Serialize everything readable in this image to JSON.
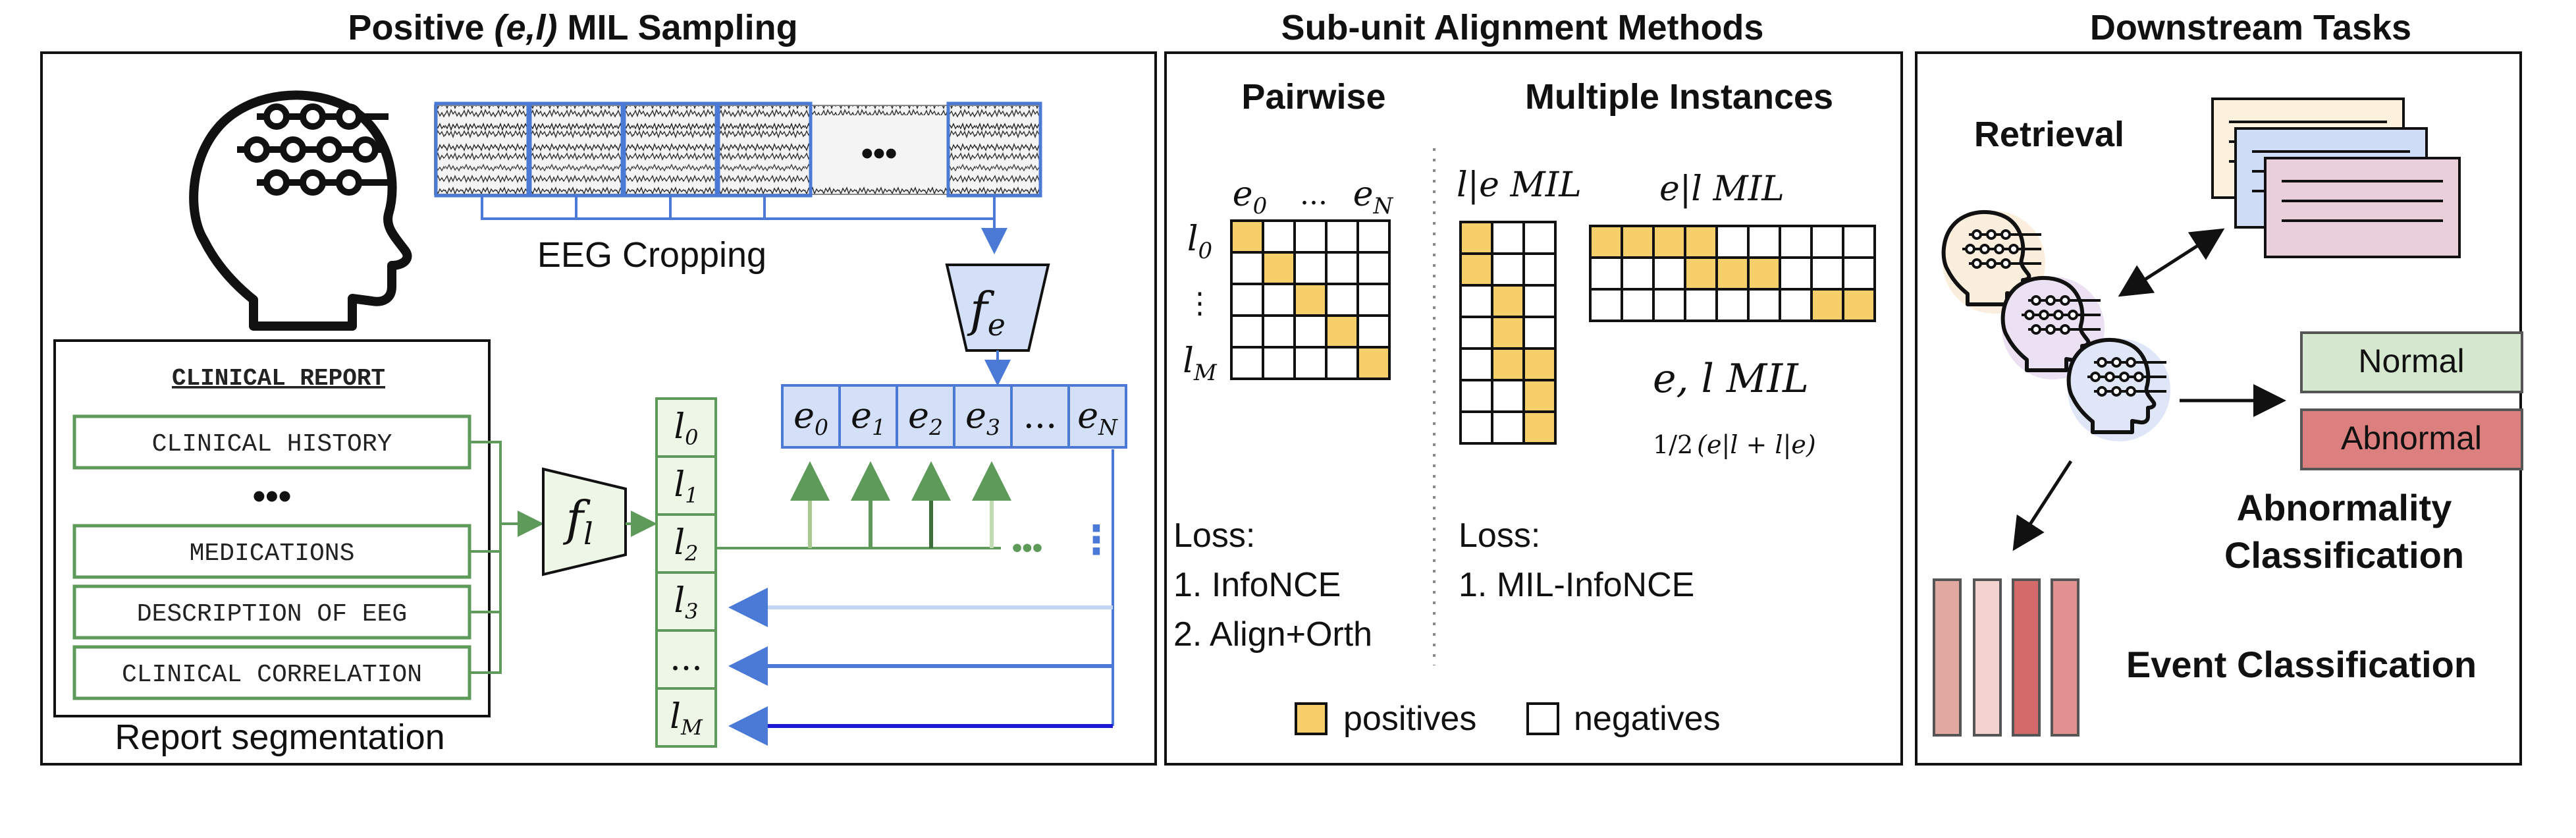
{
  "panels": {
    "sampling": {
      "title_parts": [
        "Positive ",
        "(e,l)",
        " MIL Sampling"
      ],
      "eeg_dots": "•••",
      "eeg_cropping": "EEG Cropping",
      "fe_main": "f",
      "fe_sub": "e",
      "fl_main": "f",
      "fl_sub": "l",
      "report_title": "CLINICAL REPORT",
      "report_sections": [
        "CLINICAL HISTORY",
        "MEDICATIONS",
        "DESCRIPTION OF EEG",
        "CLINICAL CORRELATION"
      ],
      "report_dots": "•••",
      "report_caption": "Report segmentation",
      "e_tokens": [
        {
          "m": "e",
          "s": "0"
        },
        {
          "m": "e",
          "s": "1"
        },
        {
          "m": "e",
          "s": "2"
        },
        {
          "m": "e",
          "s": "3"
        },
        {
          "m": "...",
          "s": ""
        },
        {
          "m": "e",
          "s": "N"
        }
      ],
      "l_tokens": [
        {
          "m": "l",
          "s": "0"
        },
        {
          "m": "l",
          "s": "1"
        },
        {
          "m": "l",
          "s": "2"
        },
        {
          "m": "l",
          "s": "3"
        },
        {
          "m": "...",
          "s": ""
        },
        {
          "m": "l",
          "s": "M"
        }
      ],
      "dots_h": "•••",
      "dots_v": "⋮"
    },
    "alignment": {
      "title": "Sub-unit Alignment Methods",
      "pairwise_label": "Pairwise",
      "multiple_label": "Multiple Instances",
      "pw_col_labels": [
        {
          "m": "e",
          "s": "0"
        },
        {
          "m": "...",
          "s": ""
        },
        {
          "m": "e",
          "s": "N"
        }
      ],
      "pw_row_labels": [
        {
          "m": "l",
          "s": "0"
        },
        {
          "m": "⋮",
          "s": ""
        },
        {
          "m": "l",
          "s": "M"
        }
      ],
      "le_mil_label": "l|e MIL",
      "el_mil_label": "e|l MIL",
      "elc_mil_label": "e, l MIL",
      "elc_formula_frac": "1/2",
      "elc_formula": "(e|l + l|e)",
      "loss_left_title": "Loss:",
      "loss_left_items": [
        "1. InfoNCE",
        "2. Align+Orth"
      ],
      "loss_right_title": "Loss:",
      "loss_right_items": [
        "1. MIL-InfoNCE"
      ],
      "legend_pos": "positives",
      "legend_neg": "negatives"
    },
    "downstream": {
      "title": "Downstream Tasks",
      "retrieval": "Retrieval",
      "normal": "Normal",
      "abnormal": "Abnormal",
      "abnormality_lines": [
        "Abnormality",
        "Classification"
      ],
      "event": "Event Classification"
    }
  },
  "colors": {
    "blue": "#4a7ad6",
    "blue_fill": "#d3e0f7",
    "green": "#5e9a5a",
    "green_fill": "#eef6e8",
    "positive": "#f6cf6a",
    "normal_fill": "#d5e8cf",
    "abnormal_fill": "#dc7f7f",
    "arrow_dark_blue": "#1a1ad6"
  }
}
